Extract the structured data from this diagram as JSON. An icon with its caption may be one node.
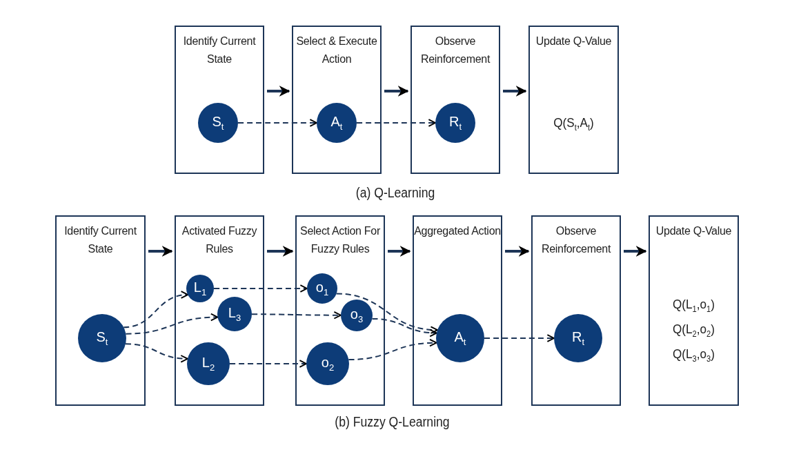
{
  "diagram": {
    "nodes": [
      {
        "text": [
          "Identify Current State"
        ]
      },
      {
        "text": [
          "S$_{t}$"
        ],
        "in": 0
      },
      {
        "text": [
          "Select & Execute Action"
        ]
      },
      {
        "text": [
          "A$_{t}$"
        ],
        "in": 2
      },
      {
        "text": [
          "Observe Reinforcement"
        ]
      },
      {
        "text": [
          "R$_{t}$"
        ],
        "in": 4
      },
      {
        "text": [
          "Update Q-Value",
          "Q(S$_{t}$,A$_{t}$)"
        ]
      },
      {
        "text": [
          "Identify Current State"
        ]
      },
      {
        "text": [
          "S$_{t}$"
        ],
        "in": 7
      },
      {
        "text": [
          "Activated Fuzzy Rules"
        ]
      },
      {
        "text": [
          "L$_{1}$"
        ],
        "in": 9
      },
      {
        "text": [
          "L$_{3}$"
        ],
        "in": 9
      },
      {
        "text": [
          "L$_{2}$"
        ],
        "in": 9
      },
      {
        "text": [
          "Select Action For Fuzzy Rules"
        ]
      },
      {
        "text": [
          "o$_{1}$"
        ],
        "in": 13
      },
      {
        "text": [
          "o$_{3}$"
        ],
        "in": 13
      },
      {
        "text": [
          "o$_{2}$"
        ],
        "in": 13
      },
      {
        "text": [
          "Aggregated Action"
        ]
      },
      {
        "text": [
          "A$_{t}$"
        ],
        "in": 17
      },
      {
        "text": [
          "Observe Reinforcement"
        ]
      },
      {
        "text": [
          "R$_{t}$"
        ],
        "in": 19
      },
      {
        "text": [
          "Update Q-Value",
          "Q(L$_{1}$,o$_{1}$)",
          "Q(L$_{2}$,o$_{2}$)",
          "Q(L$_{3}$,o$_{3}$)"
        ]
      }
    ],
    "edges": [
      {
        "from": 0,
        "to": 2,
        "arrow": "to",
        "style": "thick"
      },
      {
        "from": 2,
        "to": 4,
        "arrow": "to",
        "style": "thick"
      },
      {
        "from": 4,
        "to": 6,
        "arrow": "to",
        "style": "thick"
      },
      {
        "from": 1,
        "to": 3,
        "arrow": "to",
        "style": "dashed"
      },
      {
        "from": 3,
        "to": 5,
        "arrow": "to",
        "style": "dashed"
      },
      {
        "from": 7,
        "to": 9,
        "arrow": "to",
        "style": "thick"
      },
      {
        "from": 9,
        "to": 13,
        "arrow": "to",
        "style": "thick"
      },
      {
        "from": 13,
        "to": 17,
        "arrow": "to",
        "style": "thick"
      },
      {
        "from": 17,
        "to": 19,
        "arrow": "to",
        "style": "thick"
      },
      {
        "from": 19,
        "to": 21,
        "arrow": "to",
        "style": "thick"
      },
      {
        "from": 8,
        "to": 10,
        "arrow": "to",
        "style": "dashed"
      },
      {
        "from": 8,
        "to": 11,
        "arrow": "to",
        "style": "dashed"
      },
      {
        "from": 8,
        "to": 12,
        "arrow": "to",
        "style": "dashed"
      },
      {
        "from": 10,
        "to": 14,
        "arrow": "to",
        "style": "dashed"
      },
      {
        "from": 11,
        "to": 15,
        "arrow": "to",
        "style": "dashed"
      },
      {
        "from": 12,
        "to": 16,
        "arrow": "to",
        "style": "dashed"
      },
      {
        "from": 14,
        "to": 18,
        "arrow": "to",
        "style": "dashed"
      },
      {
        "from": 15,
        "to": 18,
        "arrow": "to",
        "style": "dashed"
      },
      {
        "from": 16,
        "to": 18,
        "arrow": "to",
        "style": "dashed"
      },
      {
        "from": 18,
        "to": 20,
        "arrow": "to",
        "style": "dashed"
      }
    ],
    "labels": [
      "(a) Q-Learning",
      "(b) Fuzzy Q-Learning"
    ]
  }
}
